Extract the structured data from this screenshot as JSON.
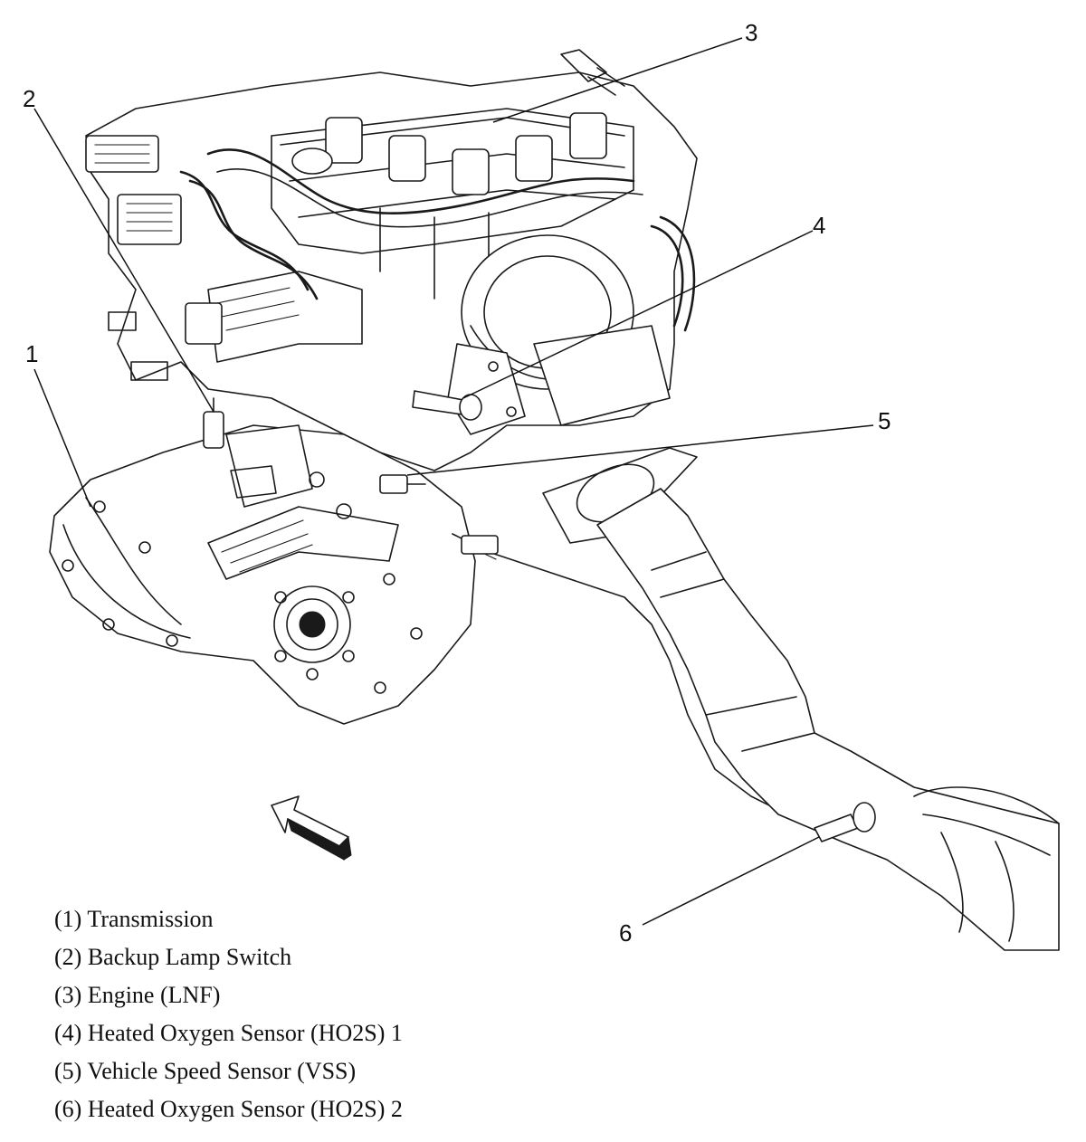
{
  "callouts": [
    {
      "id": "1",
      "label": "1"
    },
    {
      "id": "2",
      "label": "2"
    },
    {
      "id": "3",
      "label": "3"
    },
    {
      "id": "4",
      "label": "4"
    },
    {
      "id": "5",
      "label": "5"
    },
    {
      "id": "6",
      "label": "6"
    }
  ],
  "legend": [
    {
      "number": "(1)",
      "text": "Transmission"
    },
    {
      "number": "(2)",
      "text": "Backup Lamp Switch"
    },
    {
      "number": "(3)",
      "text": "Engine (LNF)"
    },
    {
      "number": "(4)",
      "text": "Heated Oxygen Sensor (HO2S) 1"
    },
    {
      "number": "(5)",
      "text": "Vehicle Speed Sensor (VSS)"
    },
    {
      "number": "(6)",
      "text": "Heated Oxygen Sensor (HO2S) 2"
    }
  ],
  "icons": {
    "direction_arrow": "front-direction-arrow-icon"
  },
  "colors": {
    "ink": "#1a1a1a",
    "paper": "#ffffff"
  }
}
